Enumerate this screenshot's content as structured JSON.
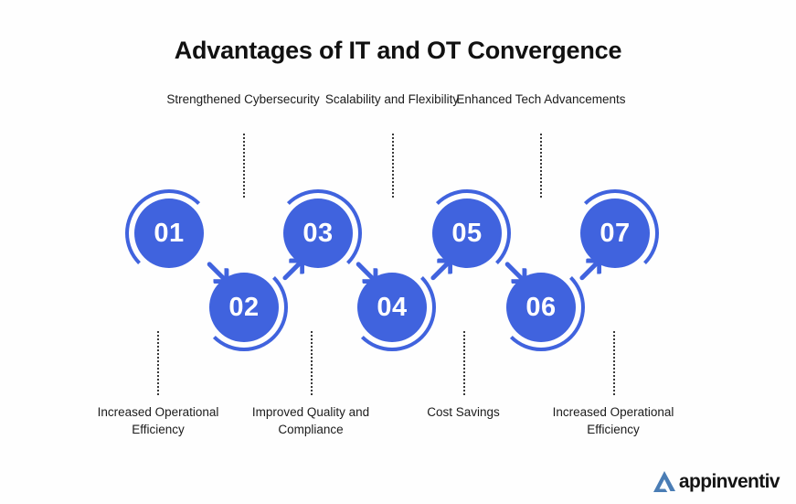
{
  "page": {
    "title": "Advantages of IT and OT Convergence",
    "background_color": "#fefefe",
    "accent_color": "#4063DE",
    "text_color": "#1b1b1b"
  },
  "steps": [
    {
      "number": "01",
      "label": "Increased Operational Efficiency",
      "position": "bottom"
    },
    {
      "number": "02",
      "label": "Strengthened Cybersecurity",
      "position": "top"
    },
    {
      "number": "03",
      "label": "Improved Quality and Compliance",
      "position": "bottom"
    },
    {
      "number": "04",
      "label": "Scalability and Flexibility",
      "position": "top"
    },
    {
      "number": "05",
      "label": "Cost Savings",
      "position": "bottom"
    },
    {
      "number": "06",
      "label": "Enhanced Tech Advancements",
      "position": "top"
    },
    {
      "number": "07",
      "label": "Increased Operational Efficiency",
      "position": "bottom"
    }
  ],
  "labels": {
    "top": [
      "Strengthened Cybersecurity",
      "Scalability and Flexibility",
      "Enhanced Tech Advancements"
    ],
    "bottom": [
      "Increased Operational Efficiency",
      "Improved Quality and Compliance",
      "Cost Savings",
      "Increased Operational Efficiency"
    ]
  },
  "logo": {
    "wordmark": "appinventiv",
    "mark_color": "#4A7DB5",
    "mark_name": "appinventiv-a-mark"
  }
}
